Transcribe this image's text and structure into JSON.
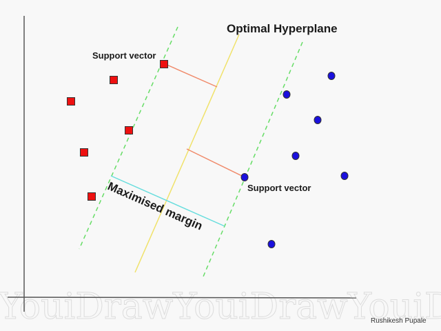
{
  "title": "Optimal Hyperplane",
  "labels": {
    "support_vector_top": "Support vector",
    "support_vector_bottom": "Support vector",
    "margin": "Maximised margin",
    "author": "Rushikesh Pupale",
    "watermark": "YouiDrawYouiDrawYouiDraw"
  },
  "colors": {
    "class_a": "#ee1111",
    "class_b": "#1a10dd",
    "hyperplane": "#f0e26a",
    "margin_boundary": "#66dd66",
    "margin_line": "#66dddd",
    "distance_line": "#f08a6a",
    "axes": "#555555"
  },
  "classes": [
    {
      "name": "class-a",
      "marker": "square",
      "points": [
        [
          238,
          93
        ],
        [
          165,
          116
        ],
        [
          103,
          147
        ],
        [
          187,
          189
        ],
        [
          122,
          221
        ],
        [
          133,
          285
        ]
      ]
    },
    {
      "name": "class-b",
      "marker": "circle",
      "points": [
        [
          481,
          110
        ],
        [
          416,
          137
        ],
        [
          461,
          174
        ],
        [
          429,
          226
        ],
        [
          500,
          255
        ],
        [
          355,
          257
        ],
        [
          394,
          354
        ]
      ]
    }
  ]
}
